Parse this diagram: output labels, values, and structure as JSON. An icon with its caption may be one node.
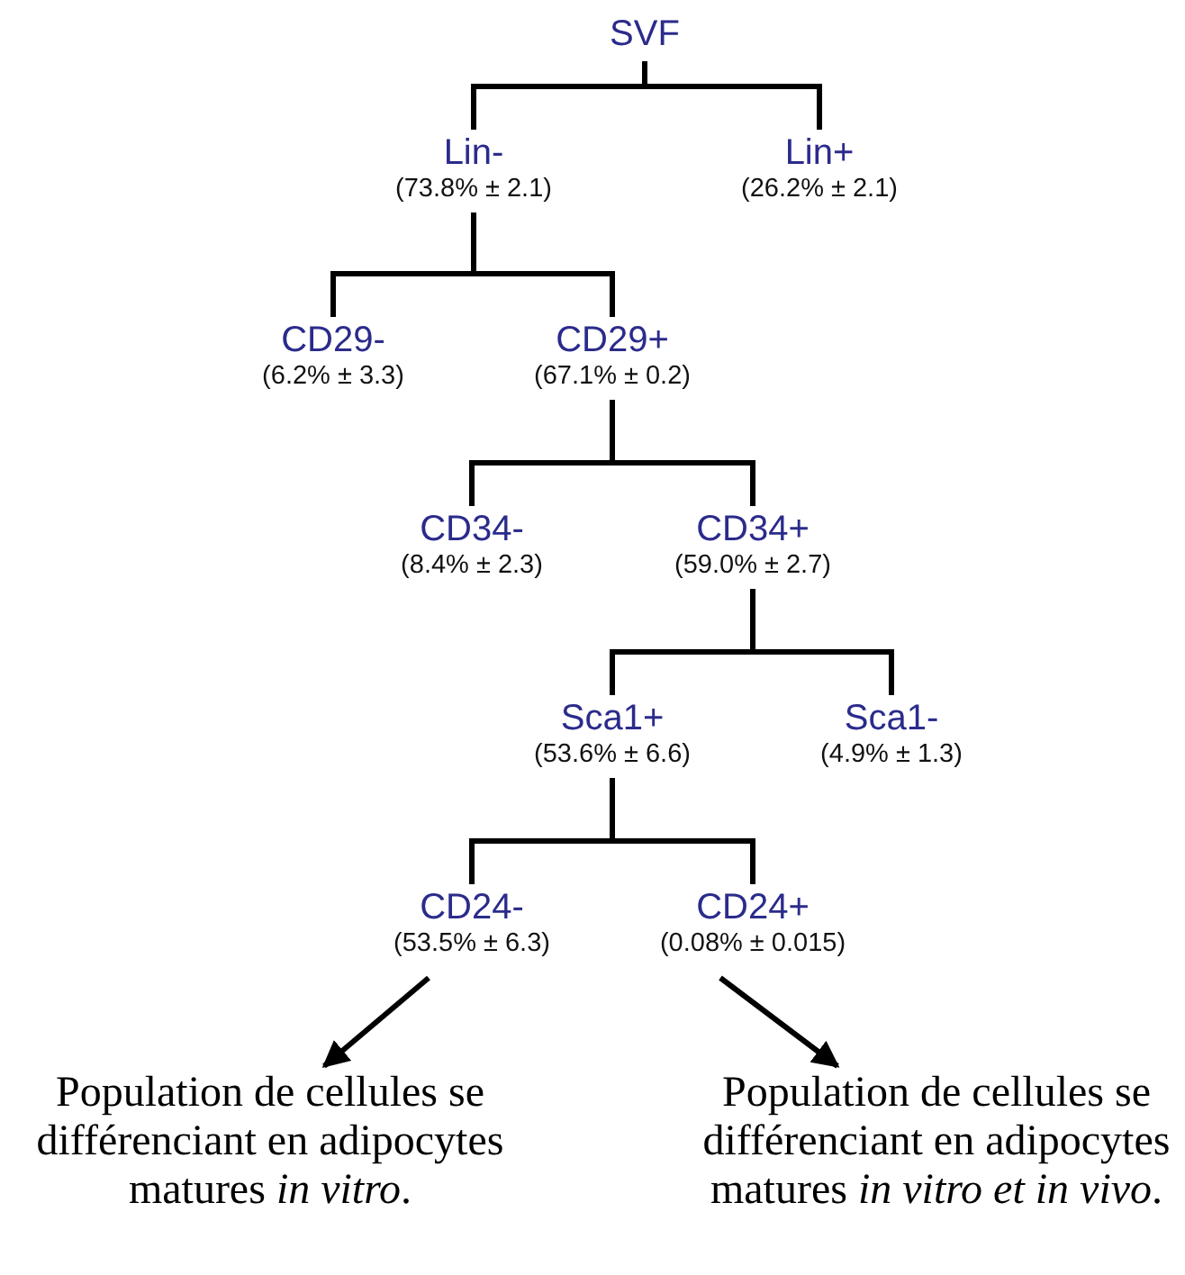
{
  "diagram": {
    "nodes": [
      {
        "text": [
          "SVF"
        ]
      },
      {
        "text": [
          "Lin-",
          "(73.8% ± 2.1)"
        ]
      },
      {
        "text": [
          "Lin+",
          "(26.2% ± 2.1)"
        ]
      },
      {
        "text": [
          "CD29-",
          "(6.2% ± 3.3)"
        ]
      },
      {
        "text": [
          "CD29+",
          "(67.1% ± 0.2)"
        ]
      },
      {
        "text": [
          "CD34-",
          "(8.4% ± 2.3)"
        ]
      },
      {
        "text": [
          "CD34+",
          "(59.0% ± 2.7)"
        ]
      },
      {
        "text": [
          "Sca1+",
          "(53.6% ± 6.6)"
        ]
      },
      {
        "text": [
          "Sca1-",
          "(4.9% ± 1.3)"
        ]
      },
      {
        "text": [
          "CD24-",
          "(53.5% ± 6.3)"
        ]
      },
      {
        "text": [
          "CD24+",
          "(0.08% ± 0.015)"
        ]
      },
      {
        "text": [
          "Population de cellules se différenciant en adipocytes matures *in vitro*."
        ]
      },
      {
        "text": [
          "Population de cellules se différenciant en adipocytes matures *in vitro et in vivo*."
        ]
      }
    ],
    "edges": [
      {
        "from": 0,
        "to": 1,
        "arrow": "none"
      },
      {
        "from": 0,
        "to": 2,
        "arrow": "none"
      },
      {
        "from": 1,
        "to": 3,
        "arrow": "none"
      },
      {
        "from": 1,
        "to": 4,
        "arrow": "none"
      },
      {
        "from": 4,
        "to": 5,
        "arrow": "none"
      },
      {
        "from": 4,
        "to": 6,
        "arrow": "none"
      },
      {
        "from": 6,
        "to": 7,
        "arrow": "none"
      },
      {
        "from": 6,
        "to": 8,
        "arrow": "none"
      },
      {
        "from": 7,
        "to": 9,
        "arrow": "none"
      },
      {
        "from": 7,
        "to": 10,
        "arrow": "none"
      },
      {
        "from": 9,
        "to": 11,
        "arrow": "to"
      },
      {
        "from": 10,
        "to": 12,
        "arrow": "to"
      }
    ]
  }
}
